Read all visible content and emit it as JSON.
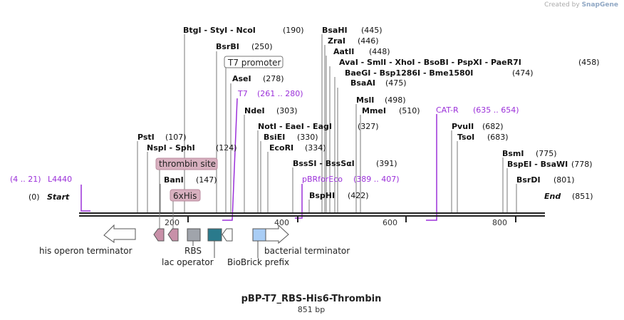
{
  "credit": {
    "prefix": "Created by",
    "brand": "SnapGene"
  },
  "map": {
    "title": "pBP-T7_RBS-His6-Thrombin",
    "subtitle": "851 bp",
    "length": 851,
    "start_label": "Start",
    "start_pos": "(0)",
    "end_label": "End",
    "end_pos": "(851)",
    "ticks": [
      "200",
      "400",
      "600",
      "800"
    ],
    "enzymes": [
      {
        "names": "BtgI  -  StyI  -  NcoI",
        "pos": "(190)"
      },
      {
        "names": "BsaHI",
        "pos": "(445)"
      },
      {
        "names": "ZraI",
        "pos": "(446)"
      },
      {
        "names": "AatII",
        "pos": "(448)"
      },
      {
        "names": "AvaI  -  SmlI  -  XhoI  -  BsoBI  -  PspXI  -  PaeR7I",
        "pos": "(458)"
      },
      {
        "names": "BaeGI  -  Bsp1286I  -  Bme1580I",
        "pos": "(474)"
      },
      {
        "names": "BsrBI",
        "pos": "(250)"
      },
      {
        "names": "AseI",
        "pos": "(278)"
      },
      {
        "names": "BsaAI",
        "pos": "(475)"
      },
      {
        "names": "MslI",
        "pos": "(498)"
      },
      {
        "names": "NdeI",
        "pos": "(303)"
      },
      {
        "names": "MmeI",
        "pos": "(510)"
      },
      {
        "names": "NotI  -  EaeI  -  EagI",
        "pos": "(327)"
      },
      {
        "names": "PvuII",
        "pos": "(682)"
      },
      {
        "names": "PstI",
        "pos": "(107)"
      },
      {
        "names": "BsiEI",
        "pos": "(330)"
      },
      {
        "names": "TsoI",
        "pos": "(683)"
      },
      {
        "names": "NspI  -  SphI",
        "pos": "(124)"
      },
      {
        "names": "EcoRI",
        "pos": "(334)"
      },
      {
        "names": "BsmI",
        "pos": "(775)"
      },
      {
        "names": "BssSI  -  BssSαI",
        "pos": "(391)"
      },
      {
        "names": "BspEI  -  BsaWI",
        "pos": "(778)"
      },
      {
        "names": "BanI",
        "pos": "(147)"
      },
      {
        "names": "BsrDI",
        "pos": "(801)"
      },
      {
        "names": "BspHI",
        "pos": "(422)"
      }
    ],
    "primers": [
      {
        "name": "T7",
        "range": "(261 .. 280)"
      },
      {
        "name": "CAT-R",
        "range": "(635 .. 654)"
      },
      {
        "name": "L4440",
        "range": "(4 .. 21)"
      },
      {
        "name": "pBRforEco",
        "range": "(389 .. 407)"
      }
    ],
    "boxed_labels": {
      "t7_promoter": "T7 promoter",
      "thrombin_site": "thrombin site",
      "his_tag": "6xHis"
    },
    "features": {
      "his_operon_terminator": "his operon terminator",
      "rbs": "RBS",
      "lac_operator": "lac operator",
      "biobrick_prefix": "BioBrick prefix",
      "bacterial_terminator": "bacterial terminator"
    },
    "colors": {
      "primer": "#9b30d9",
      "thrombin": "#c890a8",
      "rbs": "#a0a4ab",
      "lac_operator": "#2a7a8c",
      "biobrick": "#a9cdf5",
      "backbone": "#222222"
    }
  }
}
